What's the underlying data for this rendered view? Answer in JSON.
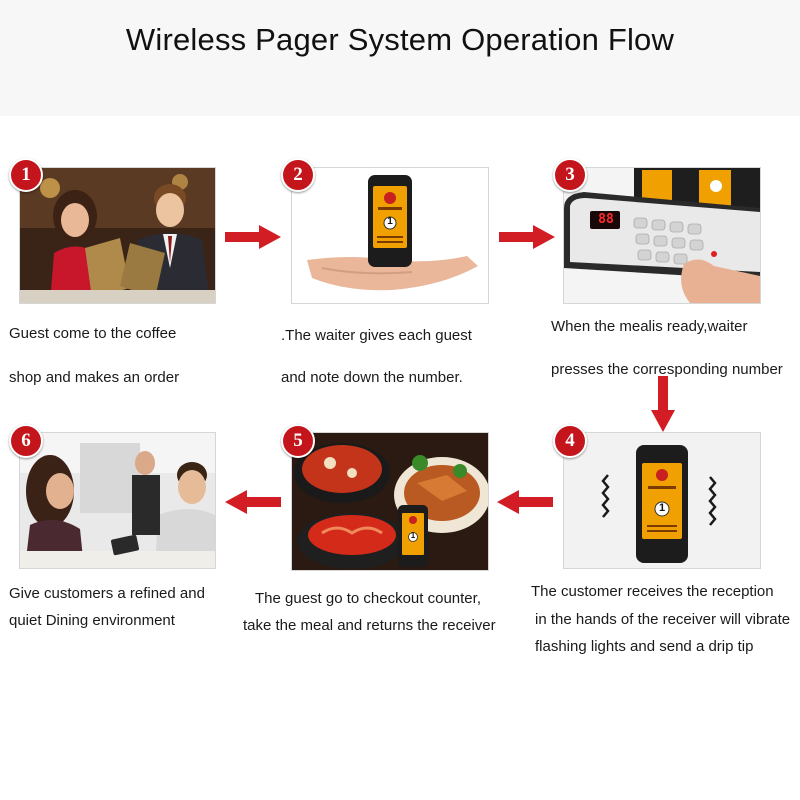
{
  "title": "Wireless Pager System Operation Flow",
  "steps": [
    {
      "num": "1",
      "line1": "Guest come to the coffee",
      "line2": "shop and makes an order"
    },
    {
      "num": "2",
      "line1": ".The waiter gives each guest",
      "line2": "and note down the number."
    },
    {
      "num": "3",
      "line1": "When the mealis ready,waiter",
      "line2": "presses the corresponding number"
    },
    {
      "num": "4",
      "line1": "The customer receives the reception",
      "line2": "in the hands of the receiver will vibrate",
      "line3": "flashing lights and send a drip tip"
    },
    {
      "num": "5",
      "line1": "The guest go to checkout  counter,",
      "line2": "take the meal and returns the receiver"
    },
    {
      "num": "6",
      "line1": "Give customers a refined and",
      "line2": "quiet Dining environment"
    }
  ],
  "pager": {
    "number": "1"
  },
  "counter_display": "88",
  "colors": {
    "badge": "#c4151c",
    "arrow": "#d31d25",
    "pager_screen": "#f0a000"
  }
}
